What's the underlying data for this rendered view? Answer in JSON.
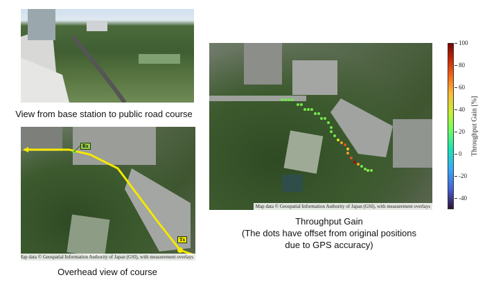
{
  "photo": {
    "caption": "View from base station to public road course"
  },
  "overhead_map": {
    "caption": "Overhead view of course",
    "rx_label": "Rx",
    "tx_label": "Tx",
    "route_color": "#f5e900",
    "credit": "Map data © Geospatial Information Authority of Japan (GSI), with measurement overlays"
  },
  "gain_map": {
    "caption_lines": [
      "Throughput Gain",
      "(The dots have offset from original positions",
      "due to GPS accuracy)"
    ],
    "credit": "Map data © Geospatial Information Authority of Japan (GSI), with measurement overlays"
  },
  "colorbar": {
    "label": "Throughput Gain [%]",
    "range": [
      -50,
      100
    ],
    "ticks": [
      "100",
      "80",
      "60",
      "40",
      "20",
      "0",
      "-20",
      "-40"
    ],
    "tick_values": [
      100,
      80,
      60,
      40,
      20,
      0,
      -20,
      -40
    ],
    "colormap": "turbo"
  }
}
